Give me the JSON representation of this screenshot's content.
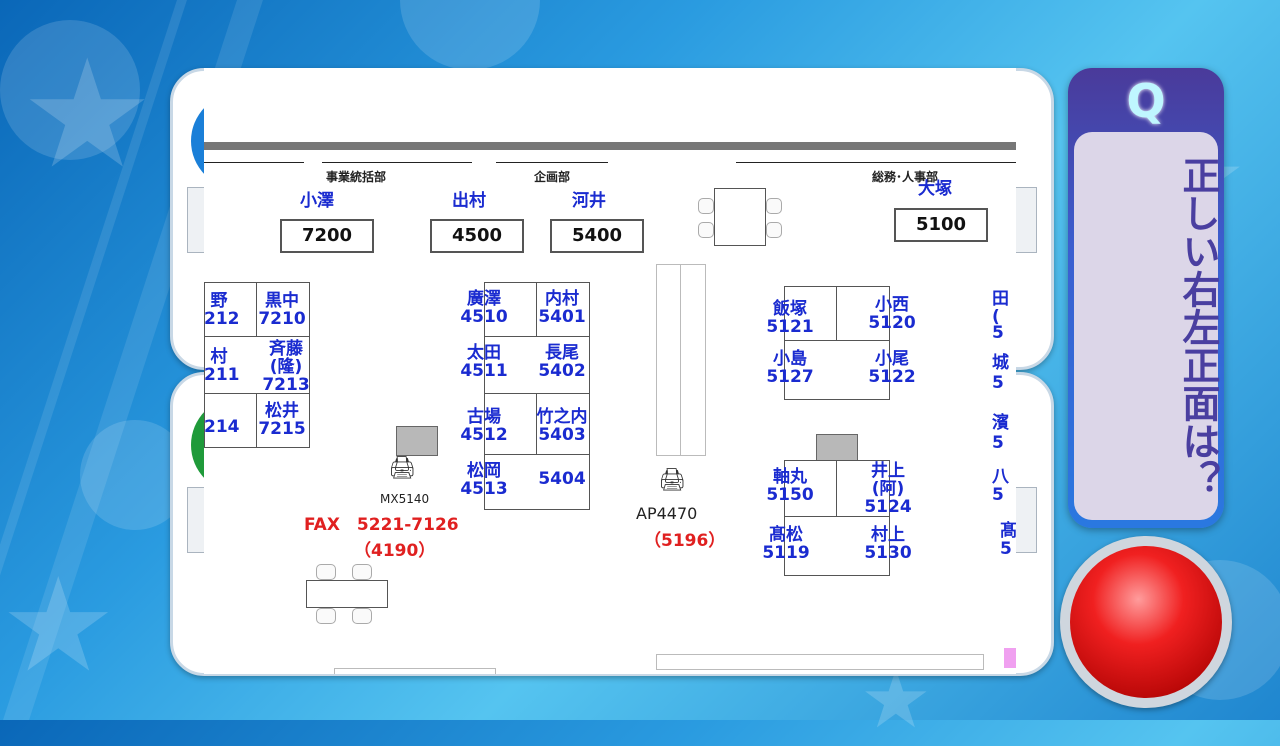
{
  "question": {
    "mark": "Q",
    "text": "正しい右左正面は？"
  },
  "colors": {
    "accent": "#3b5fd0",
    "badge_a": "#1a7fd8",
    "badge_b": "#1f9a3a",
    "buzzer": "#f02020",
    "name_text": "#1a2bd0",
    "fax_text": "#e02020"
  },
  "icons": {
    "buzzer": "red-round-button",
    "printer": "printer-icon"
  },
  "floorplan": {
    "departments": {
      "jigyo": "事業統括部",
      "kikaku": "企画部",
      "somu": "総務･人事部"
    },
    "top_staff": {
      "ozawa": "小澤",
      "ozawa_ext": "7200",
      "demura": "出村",
      "demura_ext": "4500",
      "kawai": "河井",
      "kawai_ext": "5400",
      "otsuka": "大塚",
      "otsuka_ext": "5100"
    },
    "left_block": {
      "r1c1": "野\n212",
      "r1c2": "黒中\n7210",
      "r2c1": "村\n211",
      "r2c2": "斉藤\n(隆)\n7213",
      "r3c1": "214",
      "r3c2": "松井\n7215"
    },
    "center_block": {
      "r1c1": "廣澤\n4510",
      "r1c2": "内村\n5401",
      "r2c1": "太田\n4511",
      "r2c2": "長尾\n5402",
      "r3c1": "古場\n4512",
      "r3c2": "竹之内\n5403",
      "r4c1": "松岡\n4513",
      "r4c2": "5404"
    },
    "right_block": {
      "r1c1": "飯塚\n5121",
      "r1c2": "小西\n5120",
      "r2c1": "小島\n5127",
      "r2c2": "小尾\n5122",
      "r3c1": "軸丸\n5150",
      "r3c2": "井上\n(阿)\n5124",
      "r4c1": "髙松\n5119",
      "r4c2": "村上\n5130"
    },
    "far_right": {
      "a": "田\n(",
      "b": "5",
      "c": "城",
      "d": "5",
      "e": "濱",
      "f": "5",
      "g": "八",
      "h": "5",
      "i": "髙",
      "j": "5"
    },
    "printer1_label": "MX5140",
    "fax_line": "FAX　5221-7126",
    "fax_ext": "（4190）",
    "printer2_label": "AP4470",
    "printer2_ext": "（5196）"
  }
}
